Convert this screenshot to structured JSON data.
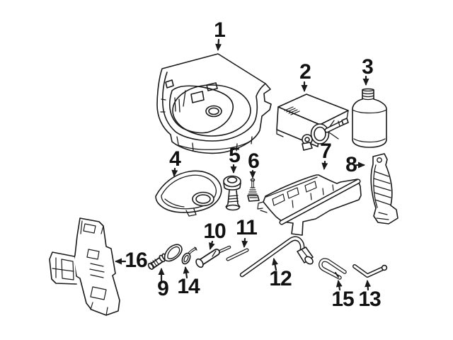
{
  "image": {
    "background_color": "#ffffff",
    "line_color": "#1a1a1a"
  },
  "callouts": [
    {
      "label": "1"
    },
    {
      "label": "2"
    },
    {
      "label": "3"
    },
    {
      "label": "4"
    },
    {
      "label": "5"
    },
    {
      "label": "6"
    },
    {
      "label": "7"
    },
    {
      "label": "8"
    },
    {
      "label": "9"
    },
    {
      "label": "10"
    },
    {
      "label": "11"
    },
    {
      "label": "12"
    },
    {
      "label": "13"
    },
    {
      "label": "14"
    },
    {
      "label": "15"
    },
    {
      "label": "16"
    }
  ]
}
